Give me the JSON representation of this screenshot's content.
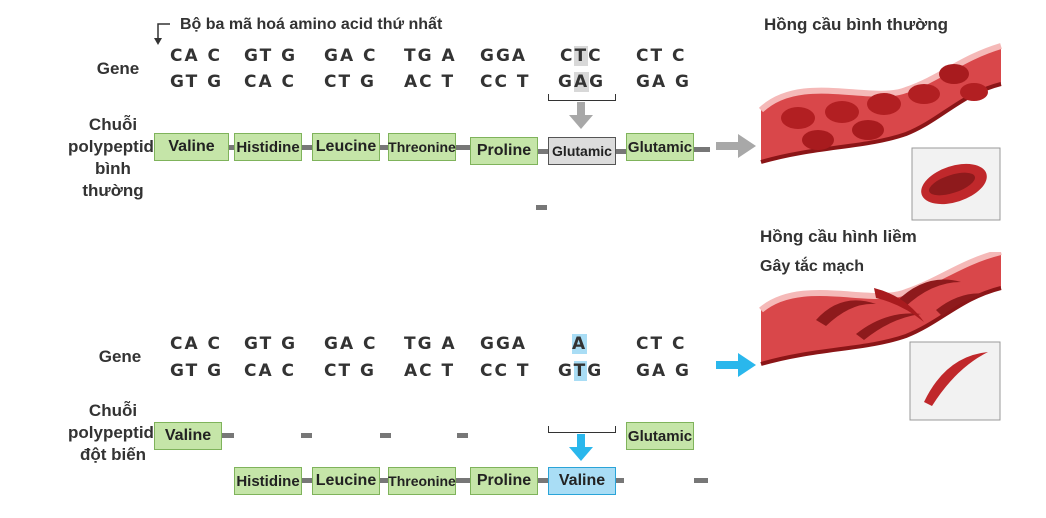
{
  "annotation": "Bộ ba mã hoá amino acid thứ nhất",
  "top": {
    "gene_label": "Gene",
    "chain_label_1": "Chuỗi",
    "chain_label_2": "polypeptide",
    "chain_label_3": "bình thường",
    "strand1": [
      "CA C",
      "GT G",
      "GA C",
      "TG A",
      "GGA",
      "C",
      "T",
      "C",
      "CT C"
    ],
    "strand2": [
      "GT G",
      "CA C",
      "CT G",
      "AC T",
      "CC T",
      "G",
      "A",
      "G",
      "GA G"
    ],
    "amino": [
      "Valine",
      "Histidine",
      "Leucine",
      "Threonine",
      "Proline",
      "Glutamic",
      "Glutamic"
    ],
    "cell_title": "Hồng cầu bình thường"
  },
  "bottom": {
    "gene_label": "Gene",
    "chain_label_1": "Chuỗi",
    "chain_label_2": "polypeptide",
    "chain_label_3": "đột biến",
    "strand1": [
      "CA C",
      "GT G",
      "GA C",
      "TG A",
      "GGA",
      "A",
      "CT C"
    ],
    "strand2": [
      "GT G",
      "CA C",
      "CT G",
      "AC T",
      "CC T",
      "G",
      "T",
      "G",
      "GA G"
    ],
    "amino_row1": [
      "Valine",
      "Glutamic"
    ],
    "amino_row2": [
      "Histidine",
      "Leucine",
      "Threonine",
      "Proline",
      "Valine"
    ],
    "cell_title": "Hồng cầu hình liềm",
    "cell_subtitle": "Gây tắc mạch"
  },
  "colors": {
    "normal_box": "#c5e5a8",
    "mutation_highlight": "#a9ddf5",
    "normal_highlight": "#d8d8d8",
    "gray_arrow": "#a8a8a8",
    "blue_arrow": "#2ab7ec",
    "blood_red": "#c0282b"
  }
}
